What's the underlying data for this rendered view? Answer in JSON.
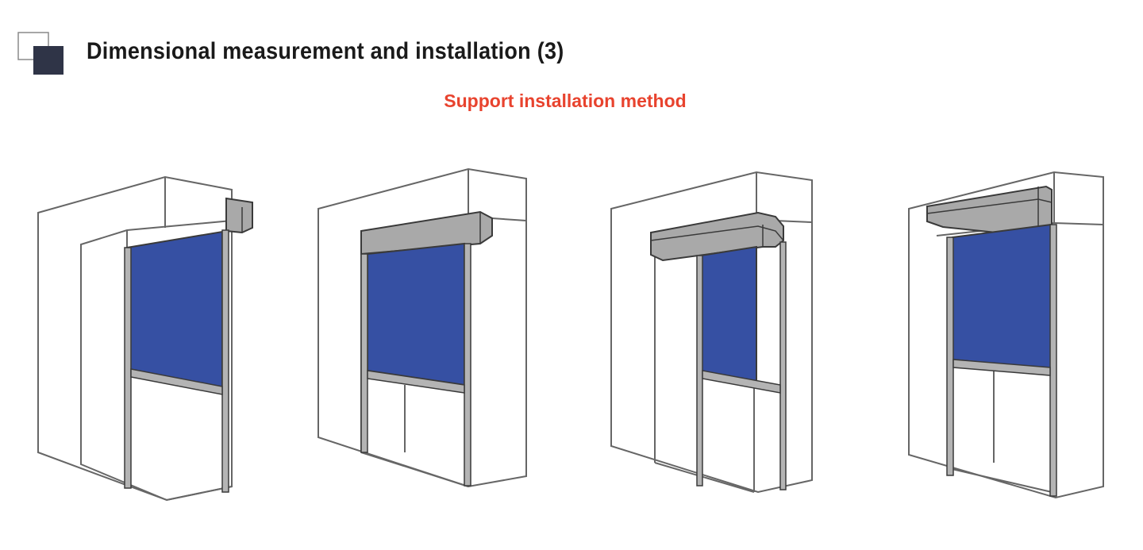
{
  "header": {
    "title": "Dimensional measurement and installation (3)",
    "icon": "overlapping-squares-icon"
  },
  "subtitle": {
    "text": "Support installation method",
    "color": "#e8432e"
  },
  "colors": {
    "curtain": "#3650a3",
    "housing": "#a9a9a9",
    "rail": "#b4b4b4",
    "outline": "#3a3a3a",
    "wall_line": "#666666"
  },
  "illustrations": [
    {
      "name": "bracket-mounted-side"
    },
    {
      "name": "bracket-mounted-inside-top"
    },
    {
      "name": "bracket-mounted-front-overhang"
    },
    {
      "name": "bracket-mounted-behind-wall"
    }
  ]
}
